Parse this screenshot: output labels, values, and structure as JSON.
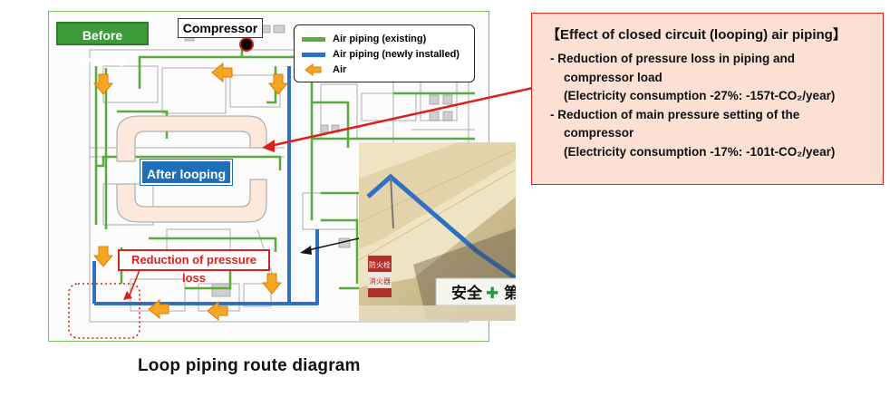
{
  "diagram": {
    "before_label": "Before looping",
    "compressor_label": "Compressor",
    "after_label": "After looping",
    "reduction_label": "Reduction of pressure loss",
    "caption": "Loop piping route diagram"
  },
  "legend": {
    "existing": "Air piping (existing)",
    "new": "Air piping (newly installed)",
    "air": "Air",
    "colors": {
      "existing": "#5aaa3c",
      "new": "#2f6fc4",
      "air": "#f5a623"
    }
  },
  "effects": {
    "title": "【Effect of closed circuit (looping) air piping】",
    "lines": [
      "- Reduction of pressure loss in piping and",
      "compressor load",
      "(Electricity consumption -27%: -157t-CO₂/year)",
      "- Reduction of main pressure setting of the",
      "compressor",
      "(Electricity consumption -17%: -101t-CO₂/year)"
    ]
  },
  "photo": {
    "sign_lines": [
      "防火栓",
      "消火器"
    ],
    "safety_text": "安全",
    "cross_text": "✚",
    "tail_text": "第"
  }
}
